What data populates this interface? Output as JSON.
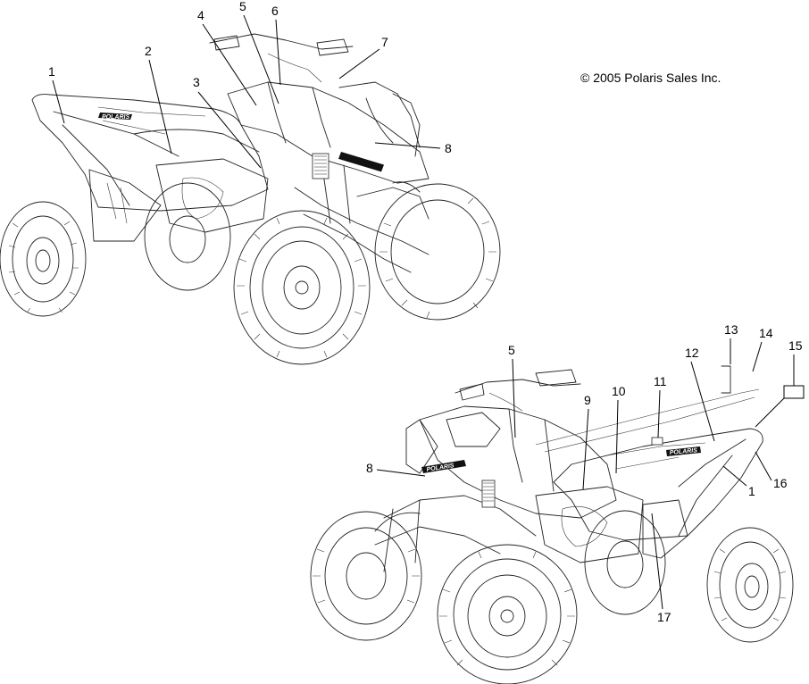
{
  "copyright": "© 2005 Polaris Sales Inc.",
  "logo_text": "POLARIS",
  "callouts": {
    "top": [
      "1",
      "2",
      "3",
      "4",
      "5",
      "6",
      "7",
      "8"
    ],
    "bottom": [
      "5",
      "8",
      "9",
      "10",
      "11",
      "12",
      "13",
      "14",
      "15",
      "16",
      "1",
      "17"
    ]
  }
}
